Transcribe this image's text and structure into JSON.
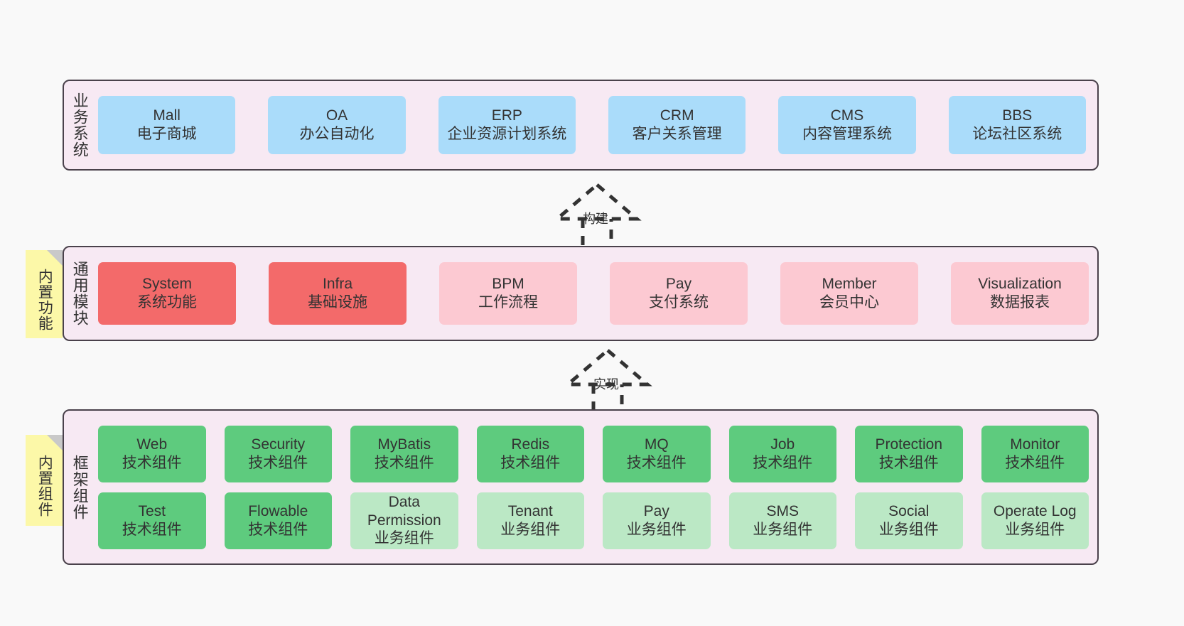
{
  "diagram": {
    "background_color": "#f9f9f9",
    "layer_bg_color": "#f7e9f3",
    "layer_border_color": "#4a414b",
    "note_color": "#fcf8a8"
  },
  "layers": [
    {
      "id": "business",
      "title": "业务系统",
      "rows": [
        {
          "boxes": [
            {
              "title": "Mall",
              "sub": "电子商城",
              "style": "blue",
              "color": "#aadcfa"
            },
            {
              "title": "OA",
              "sub": "办公自动化",
              "style": "blue",
              "color": "#aadcfa"
            },
            {
              "title": "ERP",
              "sub": "企业资源计划系统",
              "style": "blue",
              "color": "#aadcfa"
            },
            {
              "title": "CRM",
              "sub": "客户关系管理",
              "style": "blue",
              "color": "#aadcfa"
            },
            {
              "title": "CMS",
              "sub": "内容管理系统",
              "style": "blue",
              "color": "#aadcfa"
            },
            {
              "title": "BBS",
              "sub": "论坛社区系统",
              "style": "blue",
              "color": "#aadcfa"
            }
          ]
        }
      ]
    },
    {
      "id": "common",
      "title": "通用模块",
      "note": "内置功能",
      "rows": [
        {
          "boxes": [
            {
              "title": "System",
              "sub": "系统功能",
              "style": "red",
              "color": "#f36a6a"
            },
            {
              "title": "Infra",
              "sub": "基础设施",
              "style": "red",
              "color": "#f36a6a"
            },
            {
              "title": "BPM",
              "sub": "工作流程",
              "style": "pink",
              "color": "#fcc9d2"
            },
            {
              "title": "Pay",
              "sub": "支付系统",
              "style": "pink",
              "color": "#fcc9d2"
            },
            {
              "title": "Member",
              "sub": "会员中心",
              "style": "pink",
              "color": "#fcc9d2"
            },
            {
              "title": "Visualization",
              "sub": "数据报表",
              "style": "pink",
              "color": "#fcc9d2"
            }
          ]
        }
      ]
    },
    {
      "id": "frame",
      "title": "框架组件",
      "note": "内置组件",
      "rows": [
        {
          "boxes": [
            {
              "title": "Web",
              "sub": "技术组件",
              "style": "green",
              "color": "#5ecb7e"
            },
            {
              "title": "Security",
              "sub": "技术组件",
              "style": "green",
              "color": "#5ecb7e"
            },
            {
              "title": "MyBatis",
              "sub": "技术组件",
              "style": "green",
              "color": "#5ecb7e"
            },
            {
              "title": "Redis",
              "sub": "技术组件",
              "style": "green",
              "color": "#5ecb7e"
            },
            {
              "title": "MQ",
              "sub": "技术组件",
              "style": "green",
              "color": "#5ecb7e"
            },
            {
              "title": "Job",
              "sub": "技术组件",
              "style": "green",
              "color": "#5ecb7e"
            },
            {
              "title": "Protection",
              "sub": "技术组件",
              "style": "green",
              "color": "#5ecb7e"
            },
            {
              "title": "Monitor",
              "sub": "技术组件",
              "style": "green",
              "color": "#5ecb7e"
            }
          ]
        },
        {
          "boxes": [
            {
              "title": "Test",
              "sub": "技术组件",
              "style": "green",
              "color": "#5ecb7e"
            },
            {
              "title": "Flowable",
              "sub": "技术组件",
              "style": "green",
              "color": "#5ecb7e"
            },
            {
              "title": "Data Permission",
              "sub": "业务组件",
              "style": "lightgreen",
              "color": "#bbe8c5"
            },
            {
              "title": "Tenant",
              "sub": "业务组件",
              "style": "lightgreen",
              "color": "#bbe8c5"
            },
            {
              "title": "Pay",
              "sub": "业务组件",
              "style": "lightgreen",
              "color": "#bbe8c5"
            },
            {
              "title": "SMS",
              "sub": "业务组件",
              "style": "lightgreen",
              "color": "#bbe8c5"
            },
            {
              "title": "Social",
              "sub": "业务组件",
              "style": "lightgreen",
              "color": "#bbe8c5"
            },
            {
              "title": "Operate Log",
              "sub": "业务组件",
              "style": "lightgreen",
              "color": "#bbe8c5"
            }
          ]
        }
      ]
    }
  ],
  "connectors": [
    {
      "id": "build",
      "label": "构建",
      "from": "common",
      "to": "business"
    },
    {
      "id": "realize",
      "label": "实现",
      "from": "frame",
      "to": "common"
    }
  ]
}
